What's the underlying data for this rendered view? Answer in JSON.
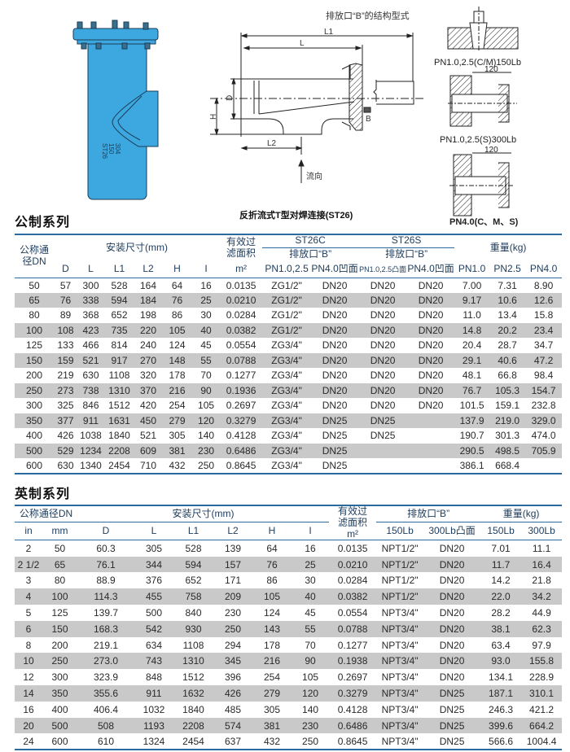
{
  "product": {
    "marking": [
      "ST26",
      "150",
      "304"
    ],
    "body_color": "#3da7e0"
  },
  "diagram": {
    "drain_title": "排放口“B”的结构型式",
    "dim_L1": "L1",
    "dim_L": "L",
    "dim_L2": "L2",
    "dim_D": "D",
    "dim_H": "H",
    "dim_B": "B",
    "flow": "流向",
    "caption": "反折流式T型对焊连接(ST26)",
    "detail1": "PN1.0,2.5(C/M)150Lb",
    "detail2": "PN1.0,2.5(S)300Lb",
    "detail3": "PN4.0(C、M、S)",
    "dim_120": "120"
  },
  "metric": {
    "title": "公制系列",
    "h_dn": "公称通径DN",
    "h_install": "安装尺寸(mm)",
    "h_area": "有效过滤面积",
    "h_area_unit": "m²",
    "h_st26c": "ST26C",
    "h_st26s": "ST26S",
    "h_drain": "排放口“B”",
    "h_weight": "重量(kg)",
    "cols": [
      "D",
      "L",
      "L1",
      "L2",
      "H",
      "I"
    ],
    "drain_cols": [
      "PN1.0,2.5",
      "PN4.0凹面",
      "PN1.0,2.5凸面",
      "PN4.0凹面"
    ],
    "weight_cols": [
      "PN1.0",
      "PN2.5",
      "PN4.0"
    ],
    "rows": [
      [
        "50",
        "57",
        "300",
        "528",
        "164",
        "64",
        "16",
        "0.0135",
        "ZG1/2\"",
        "DN20",
        "DN20",
        "DN20",
        "7.00",
        "7.31",
        "8.90"
      ],
      [
        "65",
        "76",
        "338",
        "594",
        "184",
        "76",
        "25",
        "0.0210",
        "ZG1/2\"",
        "DN20",
        "DN20",
        "DN20",
        "9.17",
        "10.6",
        "12.6"
      ],
      [
        "80",
        "89",
        "368",
        "652",
        "198",
        "86",
        "30",
        "0.0284",
        "ZG1/2\"",
        "DN20",
        "DN20",
        "DN20",
        "11.0",
        "13.4",
        "15.8"
      ],
      [
        "100",
        "108",
        "423",
        "735",
        "220",
        "105",
        "40",
        "0.0382",
        "ZG1/2\"",
        "DN20",
        "DN20",
        "DN20",
        "14.8",
        "20.2",
        "23.4"
      ],
      [
        "125",
        "133",
        "466",
        "814",
        "240",
        "124",
        "45",
        "0.0554",
        "ZG3/4\"",
        "DN20",
        "DN20",
        "DN20",
        "20.4",
        "28.7",
        "34.7"
      ],
      [
        "150",
        "159",
        "521",
        "917",
        "270",
        "148",
        "55",
        "0.0788",
        "ZG3/4\"",
        "DN20",
        "DN20",
        "DN20",
        "29.1",
        "40.6",
        "47.2"
      ],
      [
        "200",
        "219",
        "630",
        "1108",
        "320",
        "178",
        "70",
        "0.1277",
        "ZG3/4\"",
        "DN20",
        "DN20",
        "DN20",
        "48.1",
        "66.8",
        "98.4"
      ],
      [
        "250",
        "273",
        "738",
        "1310",
        "370",
        "216",
        "90",
        "0.1936",
        "ZG3/4\"",
        "DN20",
        "DN20",
        "DN20",
        "76.7",
        "105.3",
        "154.7"
      ],
      [
        "300",
        "325",
        "846",
        "1512",
        "420",
        "254",
        "105",
        "0.2697",
        "ZG3/4\"",
        "DN20",
        "DN20",
        "DN20",
        "101.5",
        "159.1",
        "232.8"
      ],
      [
        "350",
        "377",
        "911",
        "1631",
        "450",
        "279",
        "120",
        "0.3279",
        "ZG3/4\"",
        "DN25",
        "DN25",
        "",
        "137.9",
        "219.0",
        "329.0"
      ],
      [
        "400",
        "426",
        "1038",
        "1840",
        "521",
        "305",
        "140",
        "0.4128",
        "ZG3/4\"",
        "DN25",
        "DN25",
        "",
        "190.7",
        "301.3",
        "474.0"
      ],
      [
        "500",
        "529",
        "1234",
        "2208",
        "609",
        "381",
        "230",
        "0.6486",
        "ZG3/4\"",
        "DN25",
        "",
        "",
        "290.5",
        "498.5",
        "705.9"
      ],
      [
        "600",
        "630",
        "1340",
        "2454",
        "710",
        "432",
        "250",
        "0.8645",
        "ZG3/4\"",
        "DN25",
        "",
        "",
        "386.1",
        "668.4",
        ""
      ]
    ]
  },
  "imperial": {
    "title": "英制系列",
    "h_dn": "公称通径DN",
    "h_install": "安装尺寸(mm)",
    "h_area": "有效过滤面积",
    "h_area_unit": "m²",
    "h_drain": "排放口“B”",
    "h_weight": "重量(kg)",
    "cols": [
      "in",
      "mm",
      "D",
      "L",
      "L1",
      "L2",
      "H",
      "I"
    ],
    "drain_cols": [
      "150Lb",
      "300Lb凸面"
    ],
    "weight_cols": [
      "150Lb",
      "300Lb"
    ],
    "rows": [
      [
        "2",
        "50",
        "60.3",
        "305",
        "528",
        "139",
        "64",
        "16",
        "0.0135",
        "NPT1/2\"",
        "DN20",
        "7.01",
        "11.1"
      ],
      [
        "2 1/2",
        "65",
        "76.1",
        "344",
        "594",
        "157",
        "76",
        "25",
        "0.0210",
        "NPT1/2\"",
        "DN20",
        "11.7",
        "16.4"
      ],
      [
        "3",
        "80",
        "88.9",
        "376",
        "652",
        "171",
        "86",
        "30",
        "0.0284",
        "NPT1/2\"",
        "DN20",
        "14.2",
        "21.8"
      ],
      [
        "4",
        "100",
        "114.3",
        "455",
        "758",
        "209",
        "105",
        "40",
        "0.0382",
        "NPT1/2\"",
        "DN20",
        "22.0",
        "34.2"
      ],
      [
        "5",
        "125",
        "139.7",
        "500",
        "840",
        "230",
        "124",
        "45",
        "0.0554",
        "NPT3/4\"",
        "DN20",
        "28.2",
        "44.9"
      ],
      [
        "6",
        "150",
        "168.3",
        "542",
        "930",
        "250",
        "143",
        "55",
        "0.0788",
        "NPT3/4\"",
        "DN20",
        "38.1",
        "62.3"
      ],
      [
        "8",
        "200",
        "219.1",
        "634",
        "1108",
        "294",
        "178",
        "70",
        "0.1277",
        "NPT3/4\"",
        "DN20",
        "63.4",
        "97.9"
      ],
      [
        "10",
        "250",
        "273.0",
        "743",
        "1310",
        "345",
        "216",
        "90",
        "0.1938",
        "NPT3/4\"",
        "DN20",
        "93.0",
        "155.8"
      ],
      [
        "12",
        "300",
        "323.9",
        "848",
        "1512",
        "396",
        "254",
        "105",
        "0.2697",
        "NPT3/4\"",
        "DN20",
        "134.1",
        "228.9"
      ],
      [
        "14",
        "350",
        "355.6",
        "911",
        "1632",
        "426",
        "279",
        "120",
        "0.3279",
        "NPT3/4\"",
        "DN25",
        "187.1",
        "310.1"
      ],
      [
        "16",
        "400",
        "406.4",
        "1032",
        "1840",
        "485",
        "305",
        "140",
        "0.4128",
        "NPT3/4\"",
        "DN25",
        "246.3",
        "421.2"
      ],
      [
        "20",
        "500",
        "508",
        "1193",
        "2208",
        "574",
        "381",
        "230",
        "0.6486",
        "NPT3/4\"",
        "DN25",
        "399.6",
        "664.2"
      ],
      [
        "24",
        "600",
        "610",
        "1324",
        "2454",
        "637",
        "432",
        "250",
        "0.8645",
        "NPT3/4\"",
        "DN25",
        "566.6",
        "1004.4"
      ]
    ]
  }
}
